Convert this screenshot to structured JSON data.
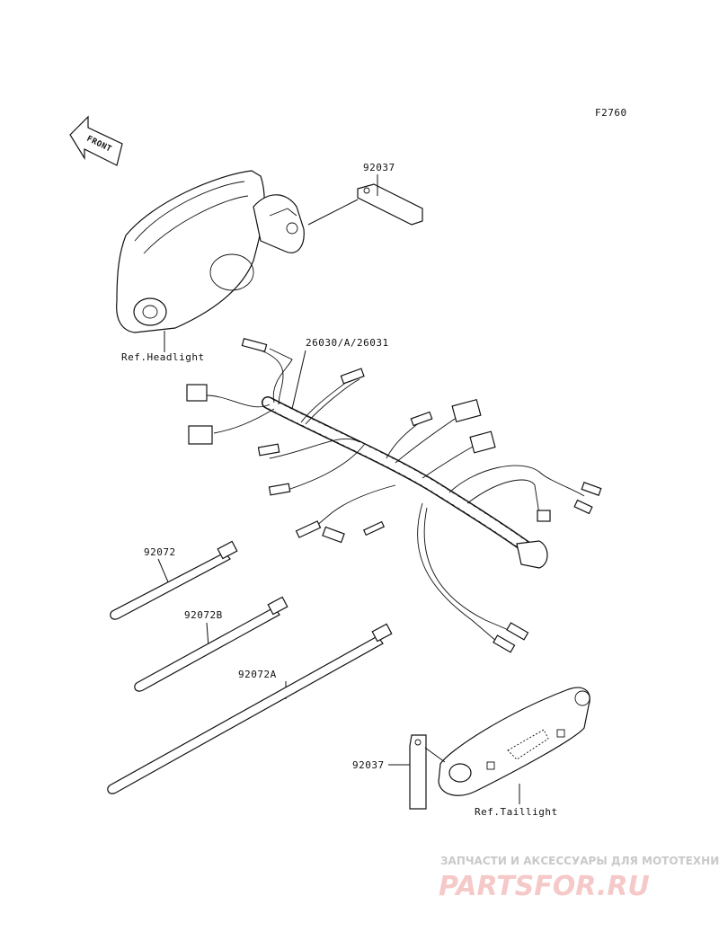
{
  "figure_code": "F2760",
  "front_label": "FRONT",
  "callouts": {
    "bracket_top": "92037",
    "headlight": "Ref.Headlight",
    "harness": "26030/A/26031",
    "band_1": "92072",
    "band_2": "92072B",
    "band_3": "92072A",
    "bracket_bottom": "92037",
    "taillight": "Ref.Taillight"
  },
  "watermark": {
    "tagline": "ЗАПЧАСТИ И АКСЕССУАРЫ ДЛЯ МОТОТЕХНИКИ",
    "brand": "PARTSFOR.RU"
  }
}
